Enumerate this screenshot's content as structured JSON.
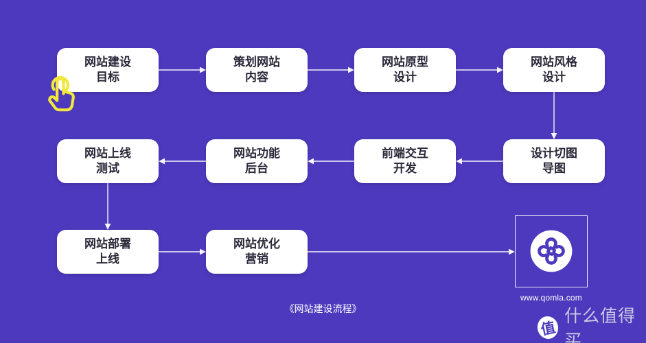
{
  "colors": {
    "background": "#4d39bd",
    "box_bg": "#ffffff",
    "box_text": "#2b2939",
    "connector": "#ffffff",
    "hand_yellow": "#f2e73c",
    "watermark_text": "#cdc9e4"
  },
  "flow_boxes": [
    {
      "label": "网站建设\n目标"
    },
    {
      "label": "策划网站\n内容"
    },
    {
      "label": "网站原型\n设计"
    },
    {
      "label": "网站风格\n设计"
    },
    {
      "label": "网站上线\n测试"
    },
    {
      "label": "网站功能\n后台"
    },
    {
      "label": "前端交互\n开发"
    },
    {
      "label": "设计切图\n导图"
    },
    {
      "label": "网站部署\n上线"
    },
    {
      "label": "网站优化\n营销"
    }
  ],
  "logo": {
    "site_url": "www.qomla.com"
  },
  "caption": "《网站建设流程》",
  "watermark": {
    "badge": "值",
    "label": "什么值得买"
  }
}
